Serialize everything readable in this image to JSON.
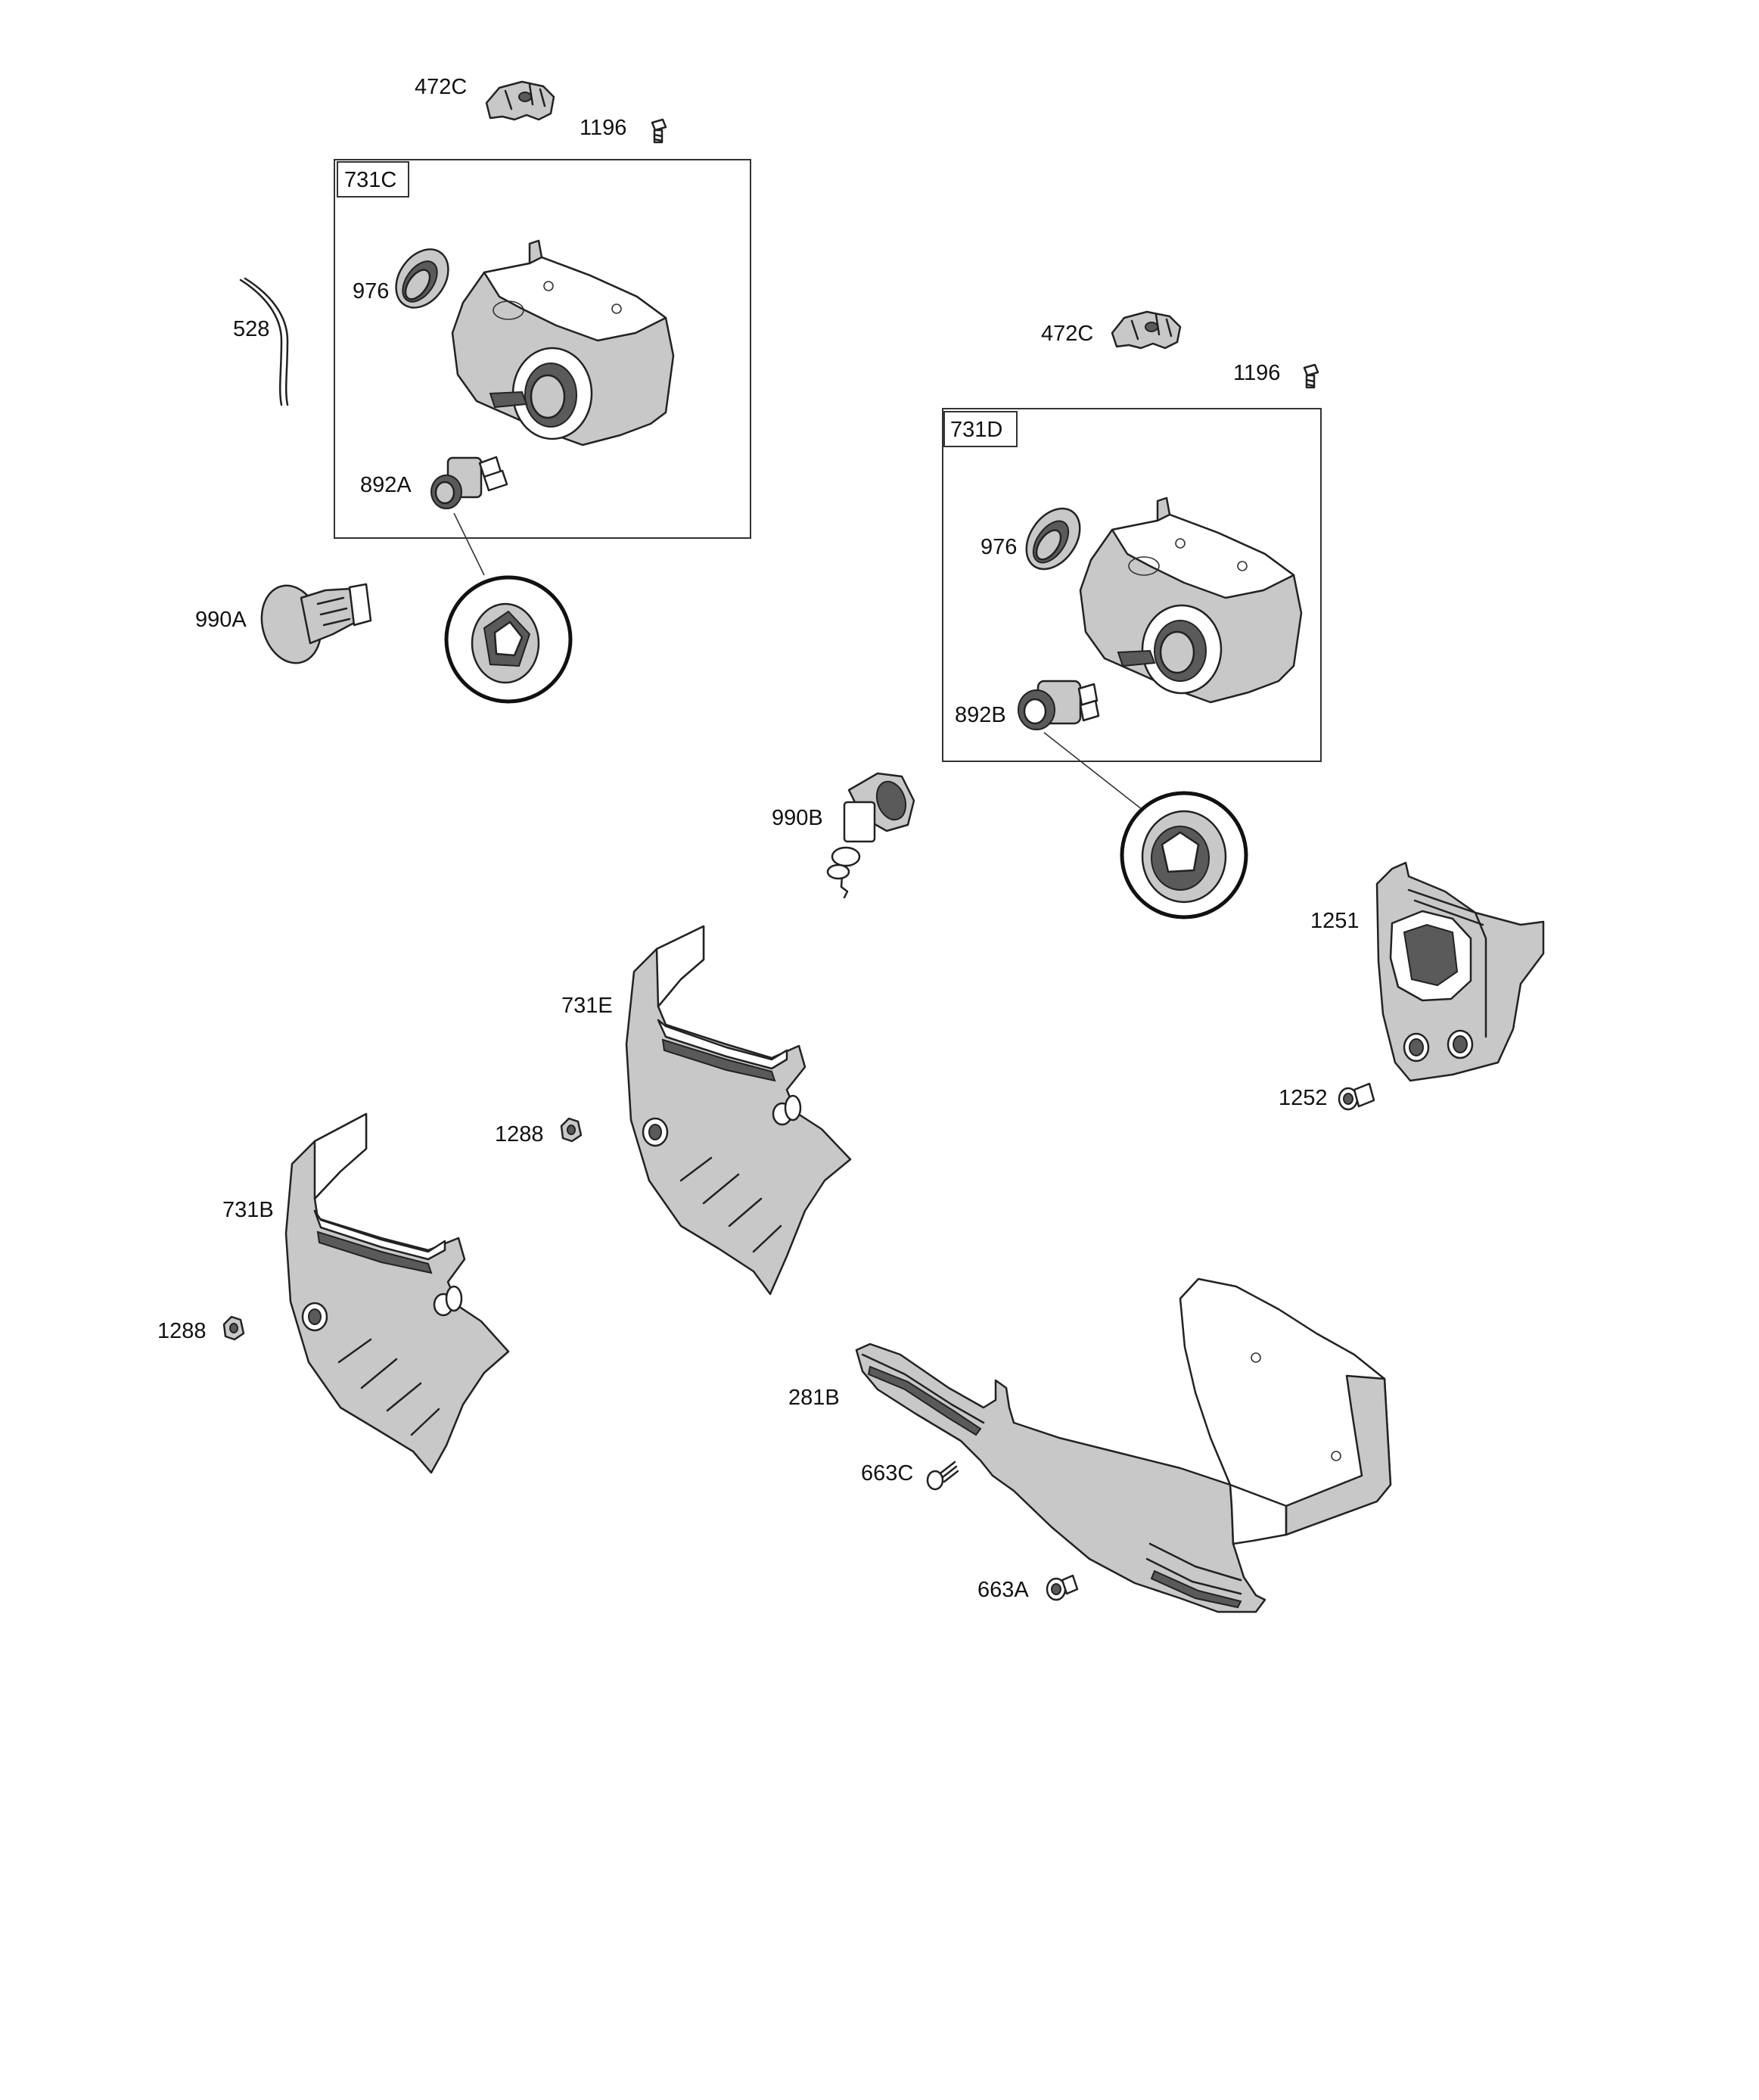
{
  "callouts": {
    "p472c_a": "472C",
    "p1196_a": "1196",
    "p731c": "731C",
    "p976_a": "976",
    "p528": "528",
    "p892a": "892A",
    "p990a": "990A",
    "p472c_b": "472C",
    "p1196_b": "1196",
    "p731d": "731D",
    "p976_b": "976",
    "p892b": "892B",
    "p990b": "990B",
    "p1251": "1251",
    "p1252": "1252",
    "p731e": "731E",
    "p1288_a": "1288",
    "p731b": "731B",
    "p1288_b": "1288",
    "p281b": "281B",
    "p663c": "663C",
    "p663a": "663A"
  },
  "icons": [
    "knob",
    "screw",
    "control-panel",
    "grommet",
    "wire-rod",
    "push-switch",
    "primer-bulb",
    "key-switch",
    "ignition-key",
    "bracket",
    "shroud",
    "nut",
    "base-shroud"
  ]
}
